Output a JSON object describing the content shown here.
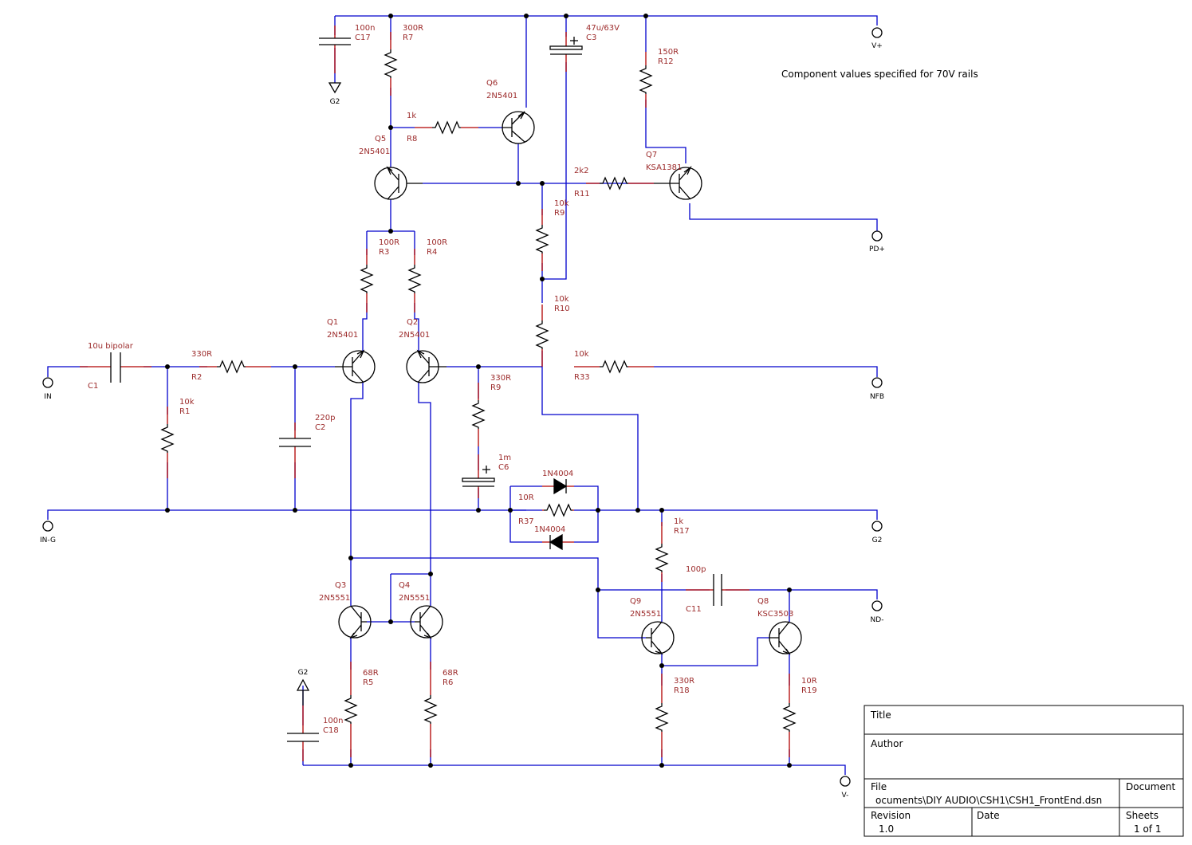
{
  "note": "Component values specified for 70V rails",
  "ports": {
    "vplus": "V+",
    "pdplus": "PD+",
    "nfb": "NFB",
    "in": "IN",
    "in_g": "IN-G",
    "g2_right": "G2",
    "nd_minus": "ND-",
    "vminus": "V-",
    "g2_top": "G2",
    "g2_bottom": "G2"
  },
  "components": {
    "C17": {
      "value": "100n",
      "ref": "C17"
    },
    "R7": {
      "value": "300R",
      "ref": "R7"
    },
    "C3": {
      "value": "47u/63V",
      "ref": "C3"
    },
    "R12": {
      "value": "150R",
      "ref": "R12"
    },
    "Q6": {
      "ref": "Q6",
      "part": "2N5401"
    },
    "R8": {
      "value": "1k",
      "ref": "R8"
    },
    "Q5": {
      "ref": "Q5",
      "part": "2N5401"
    },
    "R11": {
      "value": "2k2",
      "ref": "R11"
    },
    "Q7": {
      "ref": "Q7",
      "part": "KSA1381"
    },
    "R9a": {
      "value": "10k",
      "ref": "R9"
    },
    "R3": {
      "value": "100R",
      "ref": "R3"
    },
    "R4": {
      "value": "100R",
      "ref": "R4"
    },
    "R10": {
      "value": "10k",
      "ref": "R10"
    },
    "Q1": {
      "ref": "Q1",
      "part": "2N5401"
    },
    "Q2": {
      "ref": "Q2",
      "part": "2N5401"
    },
    "C1": {
      "value": "10u bipolar",
      "ref": "C1"
    },
    "R2": {
      "value": "330R",
      "ref": "R2"
    },
    "R33": {
      "value": "10k",
      "ref": "R33"
    },
    "R9b": {
      "value": "330R",
      "ref": "R9"
    },
    "R1": {
      "value": "10k",
      "ref": "R1"
    },
    "C2": {
      "value": "220p",
      "ref": "C2"
    },
    "C6": {
      "value": "1m",
      "ref": "C6"
    },
    "D1": {
      "part": "1N4004"
    },
    "R37": {
      "value": "10R",
      "ref": "R37"
    },
    "D2": {
      "part": "1N4004"
    },
    "R17": {
      "value": "1k",
      "ref": "R17"
    },
    "C11": {
      "value": "100p",
      "ref": "C11"
    },
    "Q3": {
      "ref": "Q3",
      "part": "2N5551"
    },
    "Q4": {
      "ref": "Q4",
      "part": "2N5551"
    },
    "Q9": {
      "ref": "Q9",
      "part": "2N5551"
    },
    "Q8": {
      "ref": "Q8",
      "part": "KSC3503"
    },
    "R5": {
      "value": "68R",
      "ref": "R5"
    },
    "R6": {
      "value": "68R",
      "ref": "R6"
    },
    "C18": {
      "value": "100n",
      "ref": "C18"
    },
    "R18": {
      "value": "330R",
      "ref": "R18"
    },
    "R19": {
      "value": "10R",
      "ref": "R19"
    }
  },
  "title_block": {
    "title_label": "Title",
    "author_label": "Author",
    "file_label": "File",
    "file_value": "ocuments\\DIY AUDIO\\CSH1\\CSH1_FrontEnd.dsn",
    "document_label": "Document",
    "revision_label": "Revision",
    "revision_value": "1.0",
    "date_label": "Date",
    "sheets_label": "Sheets",
    "sheets_value": "1 of 1"
  }
}
